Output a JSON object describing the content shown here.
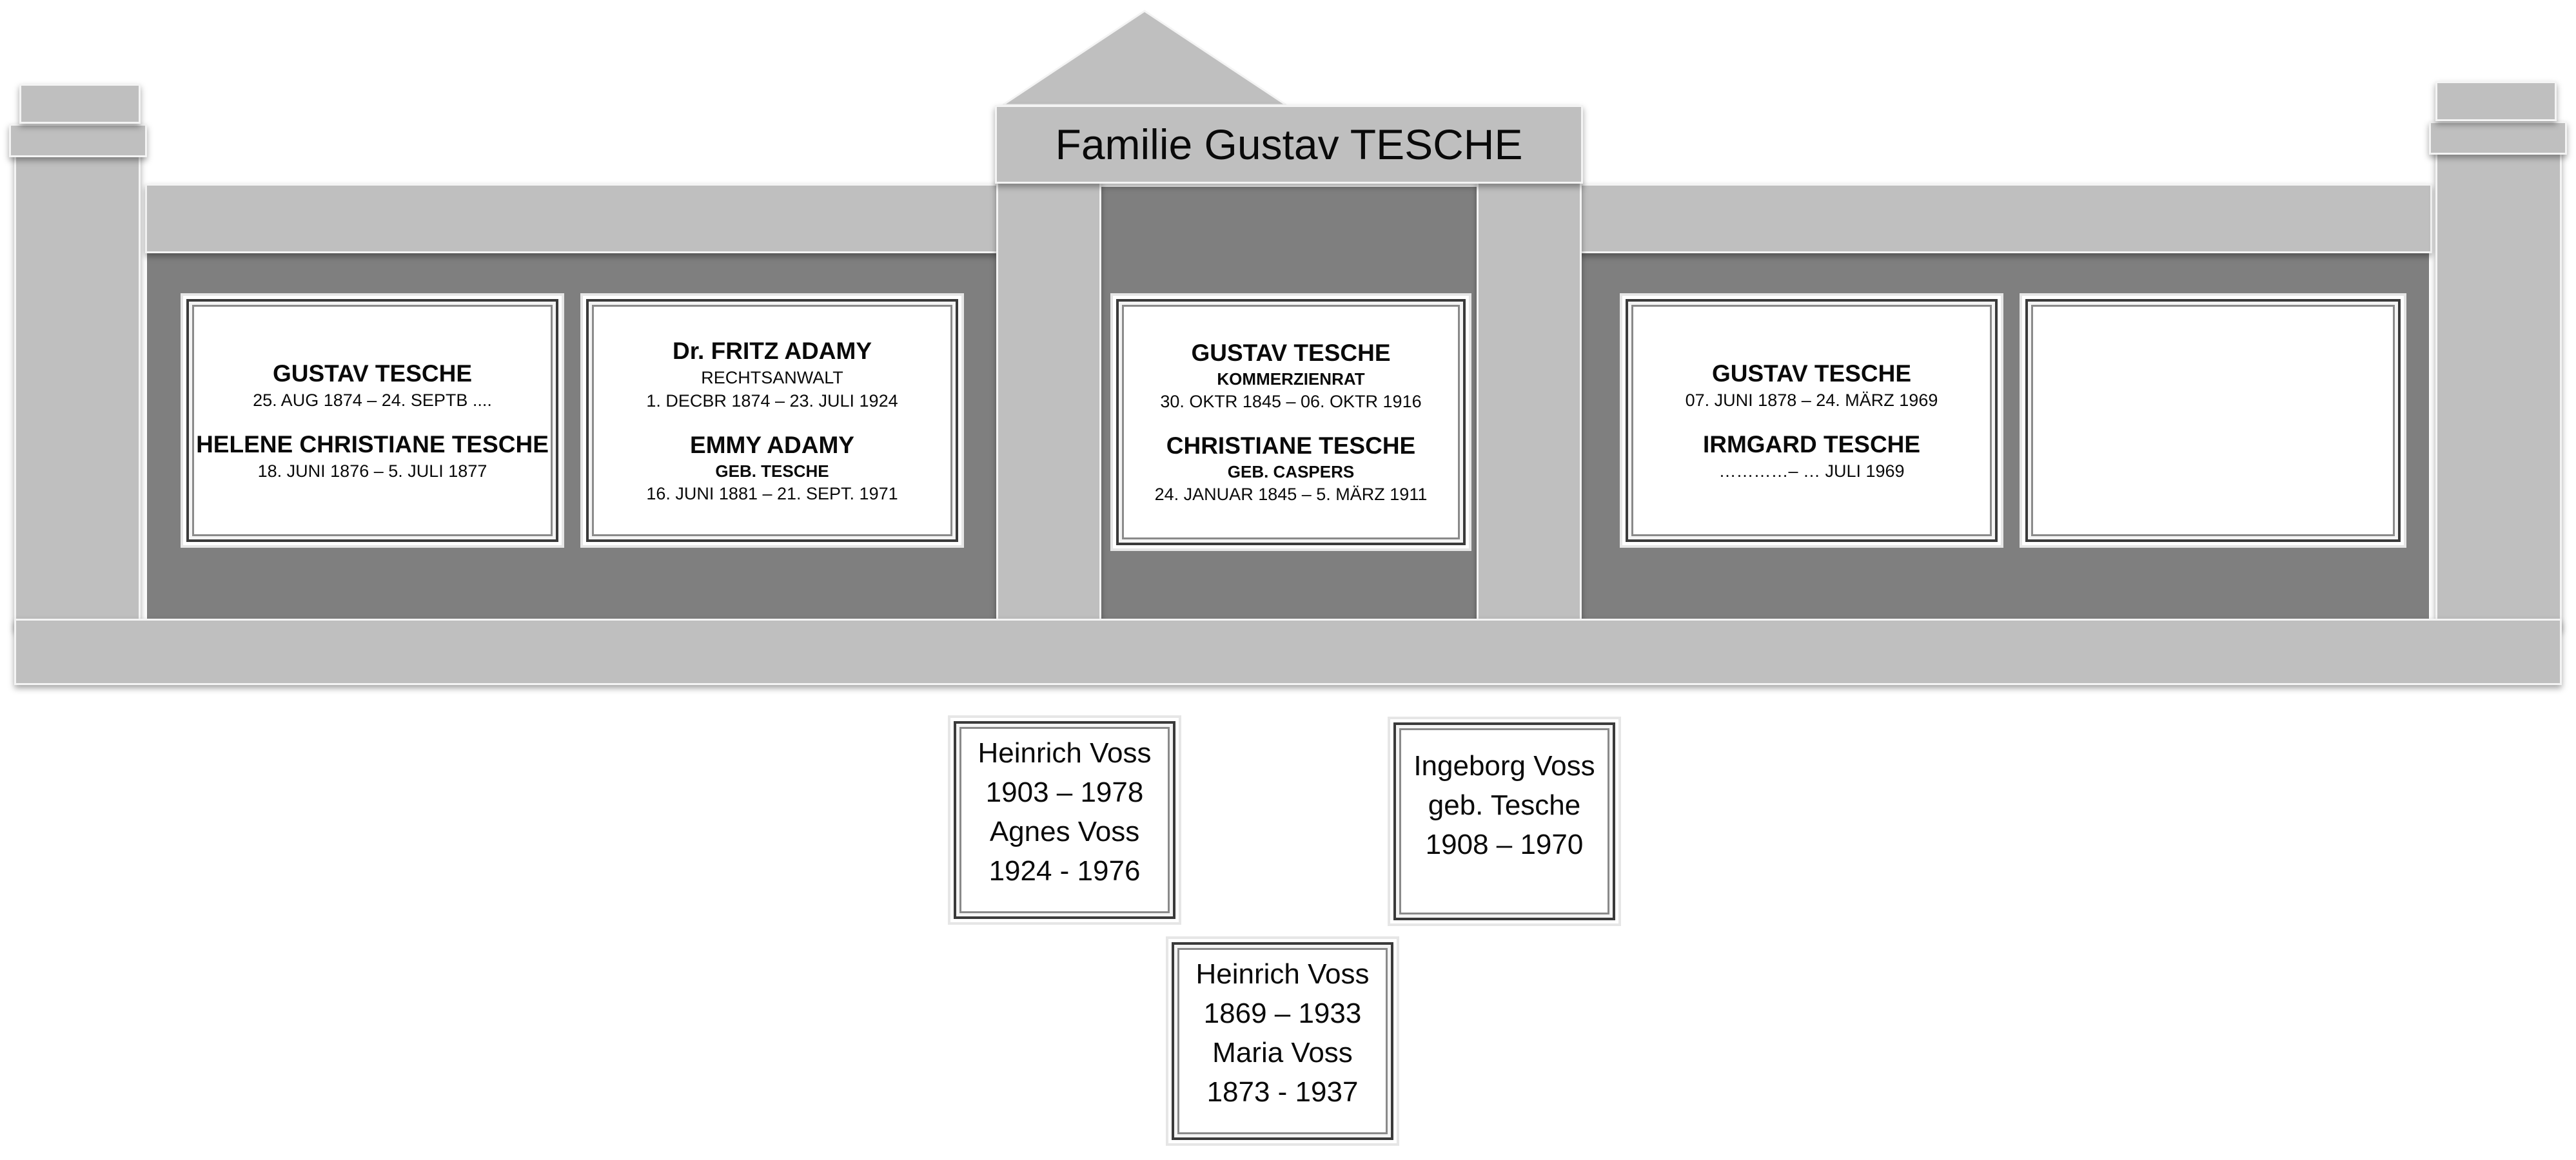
{
  "monument": {
    "title": "Familie Gustav TESCHE"
  },
  "plaques": [
    {
      "lines": [
        {
          "text": "GUSTAV TESCHE",
          "style": "pname"
        },
        {
          "text": "25. AUG 1874 – 24. SEPTB ....",
          "style": "pline"
        },
        {
          "text": "",
          "style": "gap"
        },
        {
          "text": "HELENE CHRISTIANE TESCHE",
          "style": "pname"
        },
        {
          "text": "18. JUNI 1876 – 5. JULI 1877",
          "style": "pline"
        }
      ]
    },
    {
      "lines": [
        {
          "text": "Dr. FRITZ ADAMY",
          "style": "pname"
        },
        {
          "text": "RECHTSANWALT",
          "style": "pline"
        },
        {
          "text": "1. DECBR 1874 – 23. JULI 1924",
          "style": "pline"
        },
        {
          "text": "",
          "style": "gap"
        },
        {
          "text": "EMMY ADAMY",
          "style": "pname"
        },
        {
          "text": "GEB. TESCHE",
          "style": "psub"
        },
        {
          "text": "16. JUNI 1881 – 21. SEPT. 1971",
          "style": "pline"
        }
      ]
    },
    {
      "lines": [
        {
          "text": "GUSTAV TESCHE",
          "style": "pname"
        },
        {
          "text": "KOMMERZIENRAT",
          "style": "psub"
        },
        {
          "text": "30. OKTR 1845 – 06. OKTR 1916",
          "style": "pline"
        },
        {
          "text": "",
          "style": "gap"
        },
        {
          "text": "CHRISTIANE TESCHE",
          "style": "pname"
        },
        {
          "text": "GEB. CASPERS",
          "style": "psub"
        },
        {
          "text": "24. JANUAR 1845 – 5. MÄRZ 1911",
          "style": "pline"
        }
      ]
    },
    {
      "lines": [
        {
          "text": "GUSTAV TESCHE",
          "style": "pname"
        },
        {
          "text": "07. JUNI 1878 –  24. MÄRZ 1969",
          "style": "pline"
        },
        {
          "text": "",
          "style": "gap"
        },
        {
          "text": "IRMGARD TESCHE",
          "style": "pname"
        },
        {
          "text": "…………– … JULI 1969",
          "style": "pline"
        }
      ]
    },
    {
      "lines": []
    }
  ],
  "graves": [
    {
      "lines": [
        "Heinrich Voss",
        "1903 – 1978",
        "Agnes Voss",
        "1924 - 1976"
      ]
    },
    {
      "lines": [
        "Ingeborg Voss",
        "geb. Tesche",
        "1908 – 1970"
      ]
    },
    {
      "lines": [
        "Heinrich Voss",
        "1869 – 1933",
        "Maria Voss",
        "1873 - 1937"
      ]
    }
  ]
}
